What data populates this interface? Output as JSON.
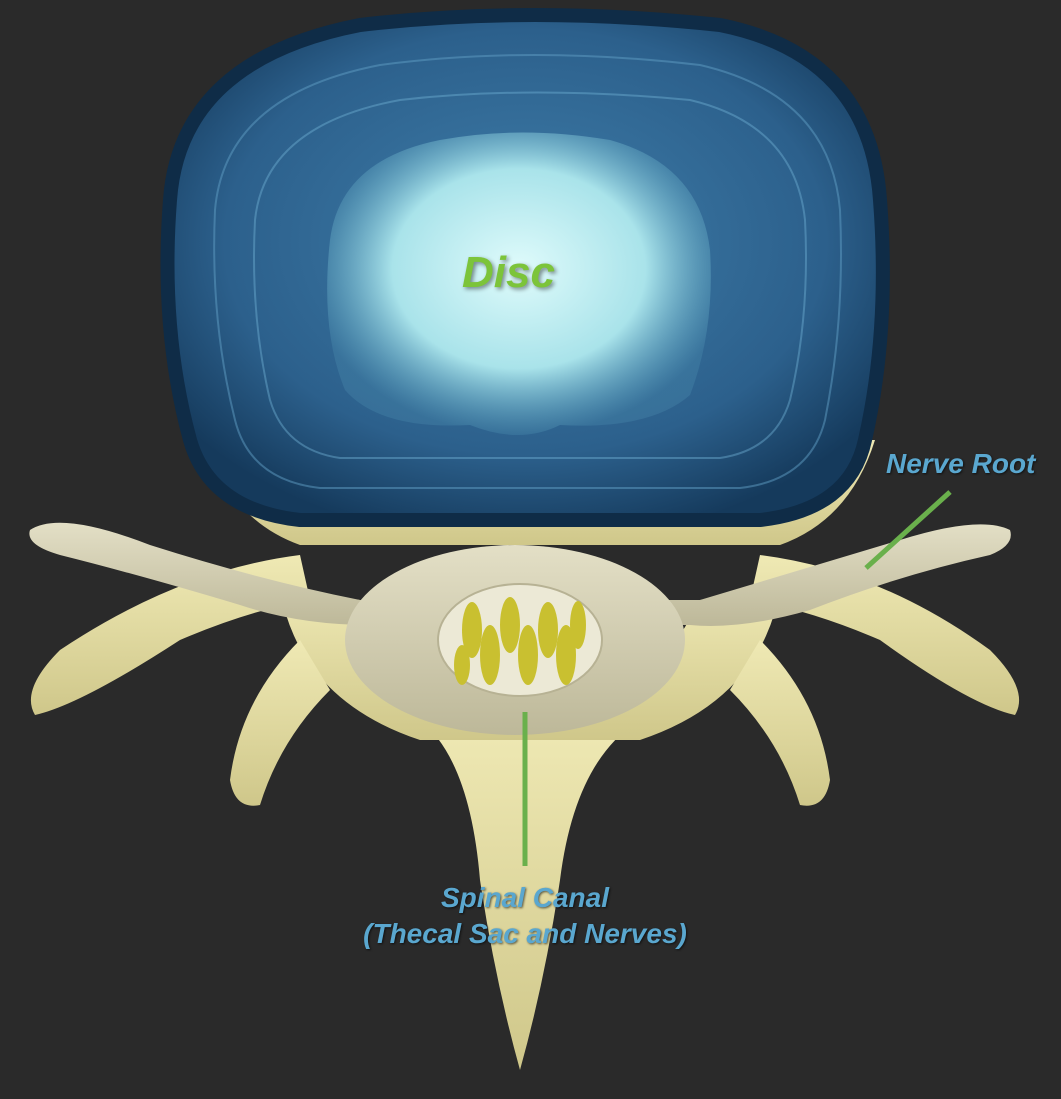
{
  "labels": {
    "disc": "Disc",
    "nerve_root": "Nerve Root",
    "spinal_canal_line1": "Spinal Canal",
    "spinal_canal_line2": "(Thecal Sac and Nerves)"
  },
  "colors": {
    "background": "#2a2a2a",
    "disc_outer": "#1c466b",
    "disc_nucleus": "#bfeff2",
    "bone": "#e2dca0",
    "nerve_sheath": "#d6d2b4",
    "nerves": "#c9c030",
    "label_green": "#7cc43a",
    "label_blue": "#5aa7cf",
    "leader_line": "#6ab04c"
  }
}
